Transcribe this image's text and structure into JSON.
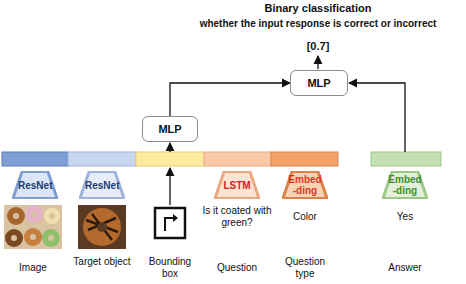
{
  "diagram": {
    "title": "Binary classification",
    "nodes": [
      {
        "text": [
          "MLP"
        ]
      },
      {
        "text": [
          "MLP"
        ]
      },
      {
        "text": [
          "ResNet"
        ]
      },
      {
        "text": [
          "ResNet"
        ]
      },
      {
        "text": [
          "LSTM"
        ]
      },
      {
        "text": [
          "Embed -ding"
        ]
      },
      {
        "text": [
          "Embed -ding"
        ]
      }
    ],
    "edges": [
      {
        "from": 1,
        "to": 0,
        "arrow": "to"
      }
    ],
    "labels": [
      "whether the input response is correct or incorrect",
      "[0.7]",
      "Is it coated with green?",
      "Color",
      "Yes",
      "Image",
      "Target object",
      "Bounding box",
      "Question",
      "Question type",
      "Answer"
    ]
  }
}
